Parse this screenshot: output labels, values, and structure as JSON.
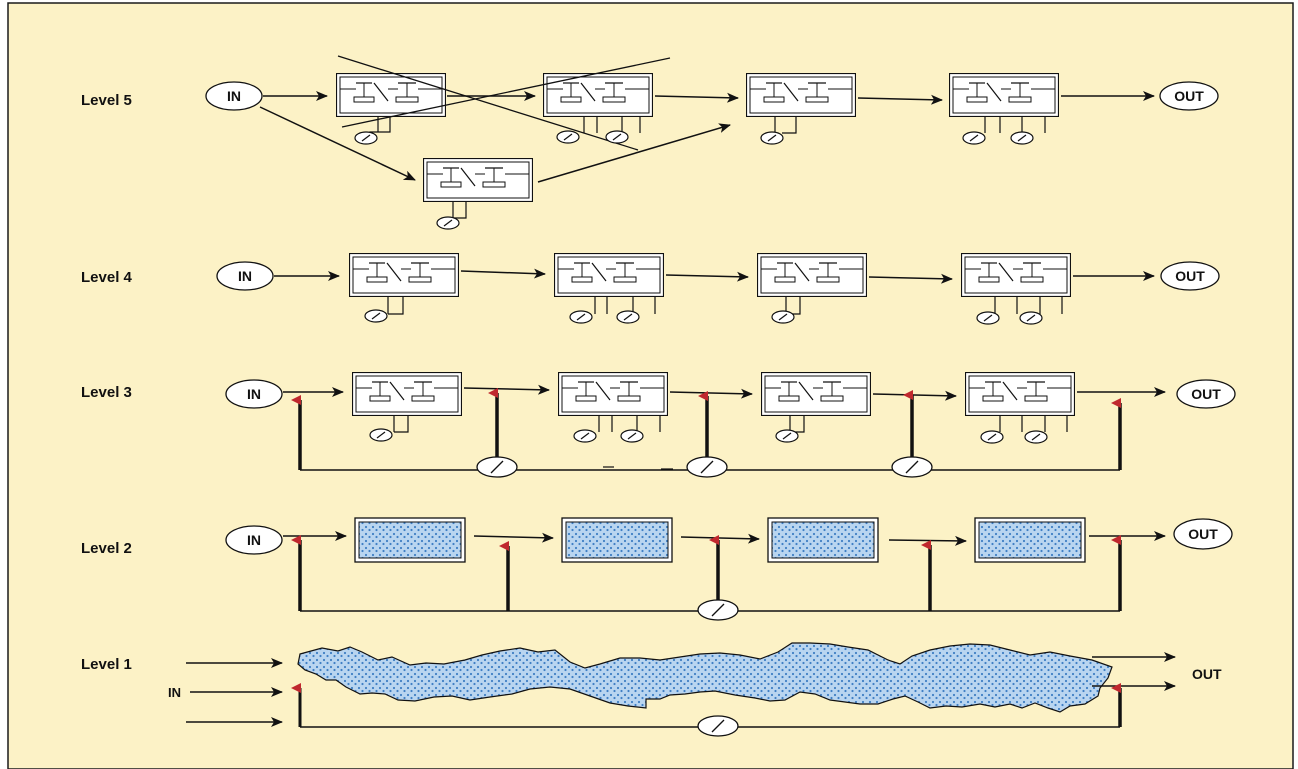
{
  "colors": {
    "background": "#fcf2c6",
    "frame": "#1a1a1a",
    "line": "#111111",
    "arrowhead_red": "#c0282e",
    "dots_fill": "#b9d5f0",
    "dots_dot": "#3f7fc4"
  },
  "labels": {
    "in": "IN",
    "out": "OUT"
  },
  "levels": [
    {
      "id": 5,
      "label": "Level 5"
    },
    {
      "id": 4,
      "label": "Level 4"
    },
    {
      "id": 3,
      "label": "Level 3"
    },
    {
      "id": 2,
      "label": "Level 2"
    },
    {
      "id": 1,
      "label": "Level 1"
    }
  ],
  "icons": {
    "valve_box": "process-valve-icon",
    "meter": "flow-meter-icon",
    "dots_box": "dotted-process-icon",
    "flow_blob": "flow-blob-icon"
  }
}
